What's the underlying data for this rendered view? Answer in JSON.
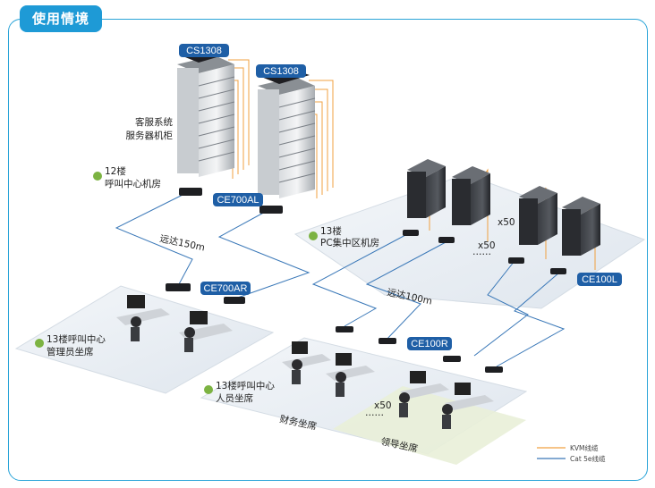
{
  "title": "使用情境",
  "devices": {
    "cs1308_a": "CS1308",
    "cs1308_b": "CS1308",
    "ce700al": "CE700AL",
    "ce700ar": "CE700AR",
    "ce100r": "CE100R",
    "ce100l": "CE100L"
  },
  "labels": {
    "rack_line1": "客服系统",
    "rack_line2": "服务器机柜",
    "floor12_line1": "12楼",
    "floor12_line2": "呼叫中心机房",
    "floor13pc_line1": "13楼",
    "floor13pc_line2": "PC集中区机房",
    "admin_line1": "13楼呼叫中心",
    "admin_line2": "管理员坐席",
    "agent_line1": "13楼呼叫中心",
    "agent_line2": "人员坐席",
    "finance": "财务坐席",
    "leader": "领导坐席",
    "dist150": "远达150m",
    "dist100": "远达100m",
    "x50_a": "x50",
    "x50_b": "x50",
    "x50_c": "x50"
  },
  "legend": {
    "kvm": "KVM线缆",
    "cat5e": "Cat 5e线缆",
    "kvm_color": "#f0a040",
    "cat5e_color": "#3a78b8"
  },
  "colors": {
    "accent": "#1e9ad6",
    "device_badge": "#1f5fa6",
    "floor": "#e6ecf2",
    "leader_zone": "#e9efd8"
  }
}
